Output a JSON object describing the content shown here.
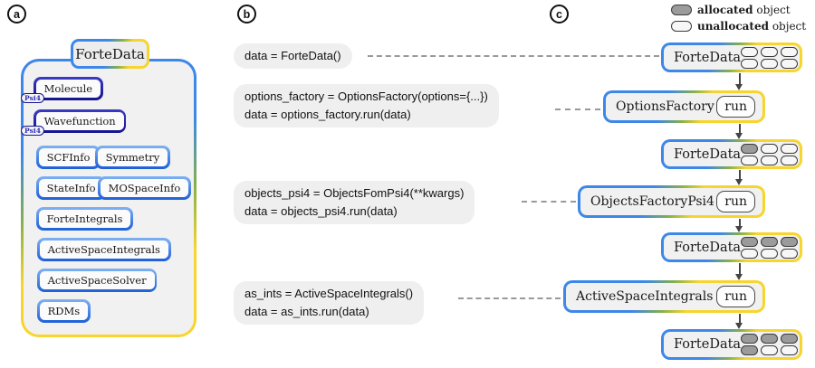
{
  "panel_labels": {
    "a": "a",
    "b": "b",
    "c": "c"
  },
  "panel_a": {
    "header": "ForteData",
    "psi4_badge": "Psi4",
    "items": {
      "molecule": "Molecule",
      "wavefunction": "Wavefunction",
      "scfinfo": "SCFInfo",
      "symmetry": "Symmetry",
      "stateinfo": "StateInfo",
      "mospaceinfo": "MOSpaceInfo",
      "forteintegrals": "ForteIntegrals",
      "activespaceintegrals": "ActiveSpaceIntegrals",
      "activespacesolver": "ActiveSpaceSolver",
      "rdms": "RDMs"
    }
  },
  "panel_b": {
    "snippets": [
      {
        "lines": [
          "data = ForteData()"
        ]
      },
      {
        "lines": [
          "options_factory = OptionsFactory(options={...})",
          "data = options_factory.run(data)"
        ]
      },
      {
        "lines": [
          "objects_psi4 = ObjectsFomPsi4(**kwargs)",
          "data = objects_psi4.run(data)"
        ]
      },
      {
        "lines": [
          "as_ints = ActiveSpaceIntegrals()",
          "data = as_ints.run(data)"
        ]
      }
    ]
  },
  "panel_c": {
    "legend": [
      {
        "state": "allocated",
        "bold": "allocated",
        "rest": " object"
      },
      {
        "state": "unallocated",
        "bold": "unallocated",
        "rest": " object"
      }
    ],
    "flow": [
      {
        "type": "data",
        "label": "ForteData",
        "slots": [
          0,
          0,
          0,
          0,
          0,
          0
        ]
      },
      {
        "type": "factory",
        "label": "OptionsFactory",
        "button": "run"
      },
      {
        "type": "data",
        "label": "ForteData",
        "slots": [
          1,
          0,
          0,
          0,
          0,
          0
        ]
      },
      {
        "type": "factory",
        "label": "ObjectsFactoryPsi4",
        "button": "run"
      },
      {
        "type": "data",
        "label": "ForteData",
        "slots": [
          1,
          1,
          1,
          0,
          0,
          0
        ]
      },
      {
        "type": "factory",
        "label": "ActiveSpaceIntegrals",
        "button": "run"
      },
      {
        "type": "data",
        "label": "ForteData",
        "slots": [
          1,
          1,
          1,
          1,
          0,
          0
        ]
      }
    ]
  },
  "colors": {
    "accent_blue": "#3d87e8",
    "accent_yellow": "#f7d52e",
    "gradient_green": "#86b04b",
    "navy": "#14148e",
    "allocated_gray": "#9b9b9b",
    "code_bg": "#efefef",
    "panel_fill": "#f1f1f2",
    "arrow": "#444444",
    "dash": "#999999"
  }
}
